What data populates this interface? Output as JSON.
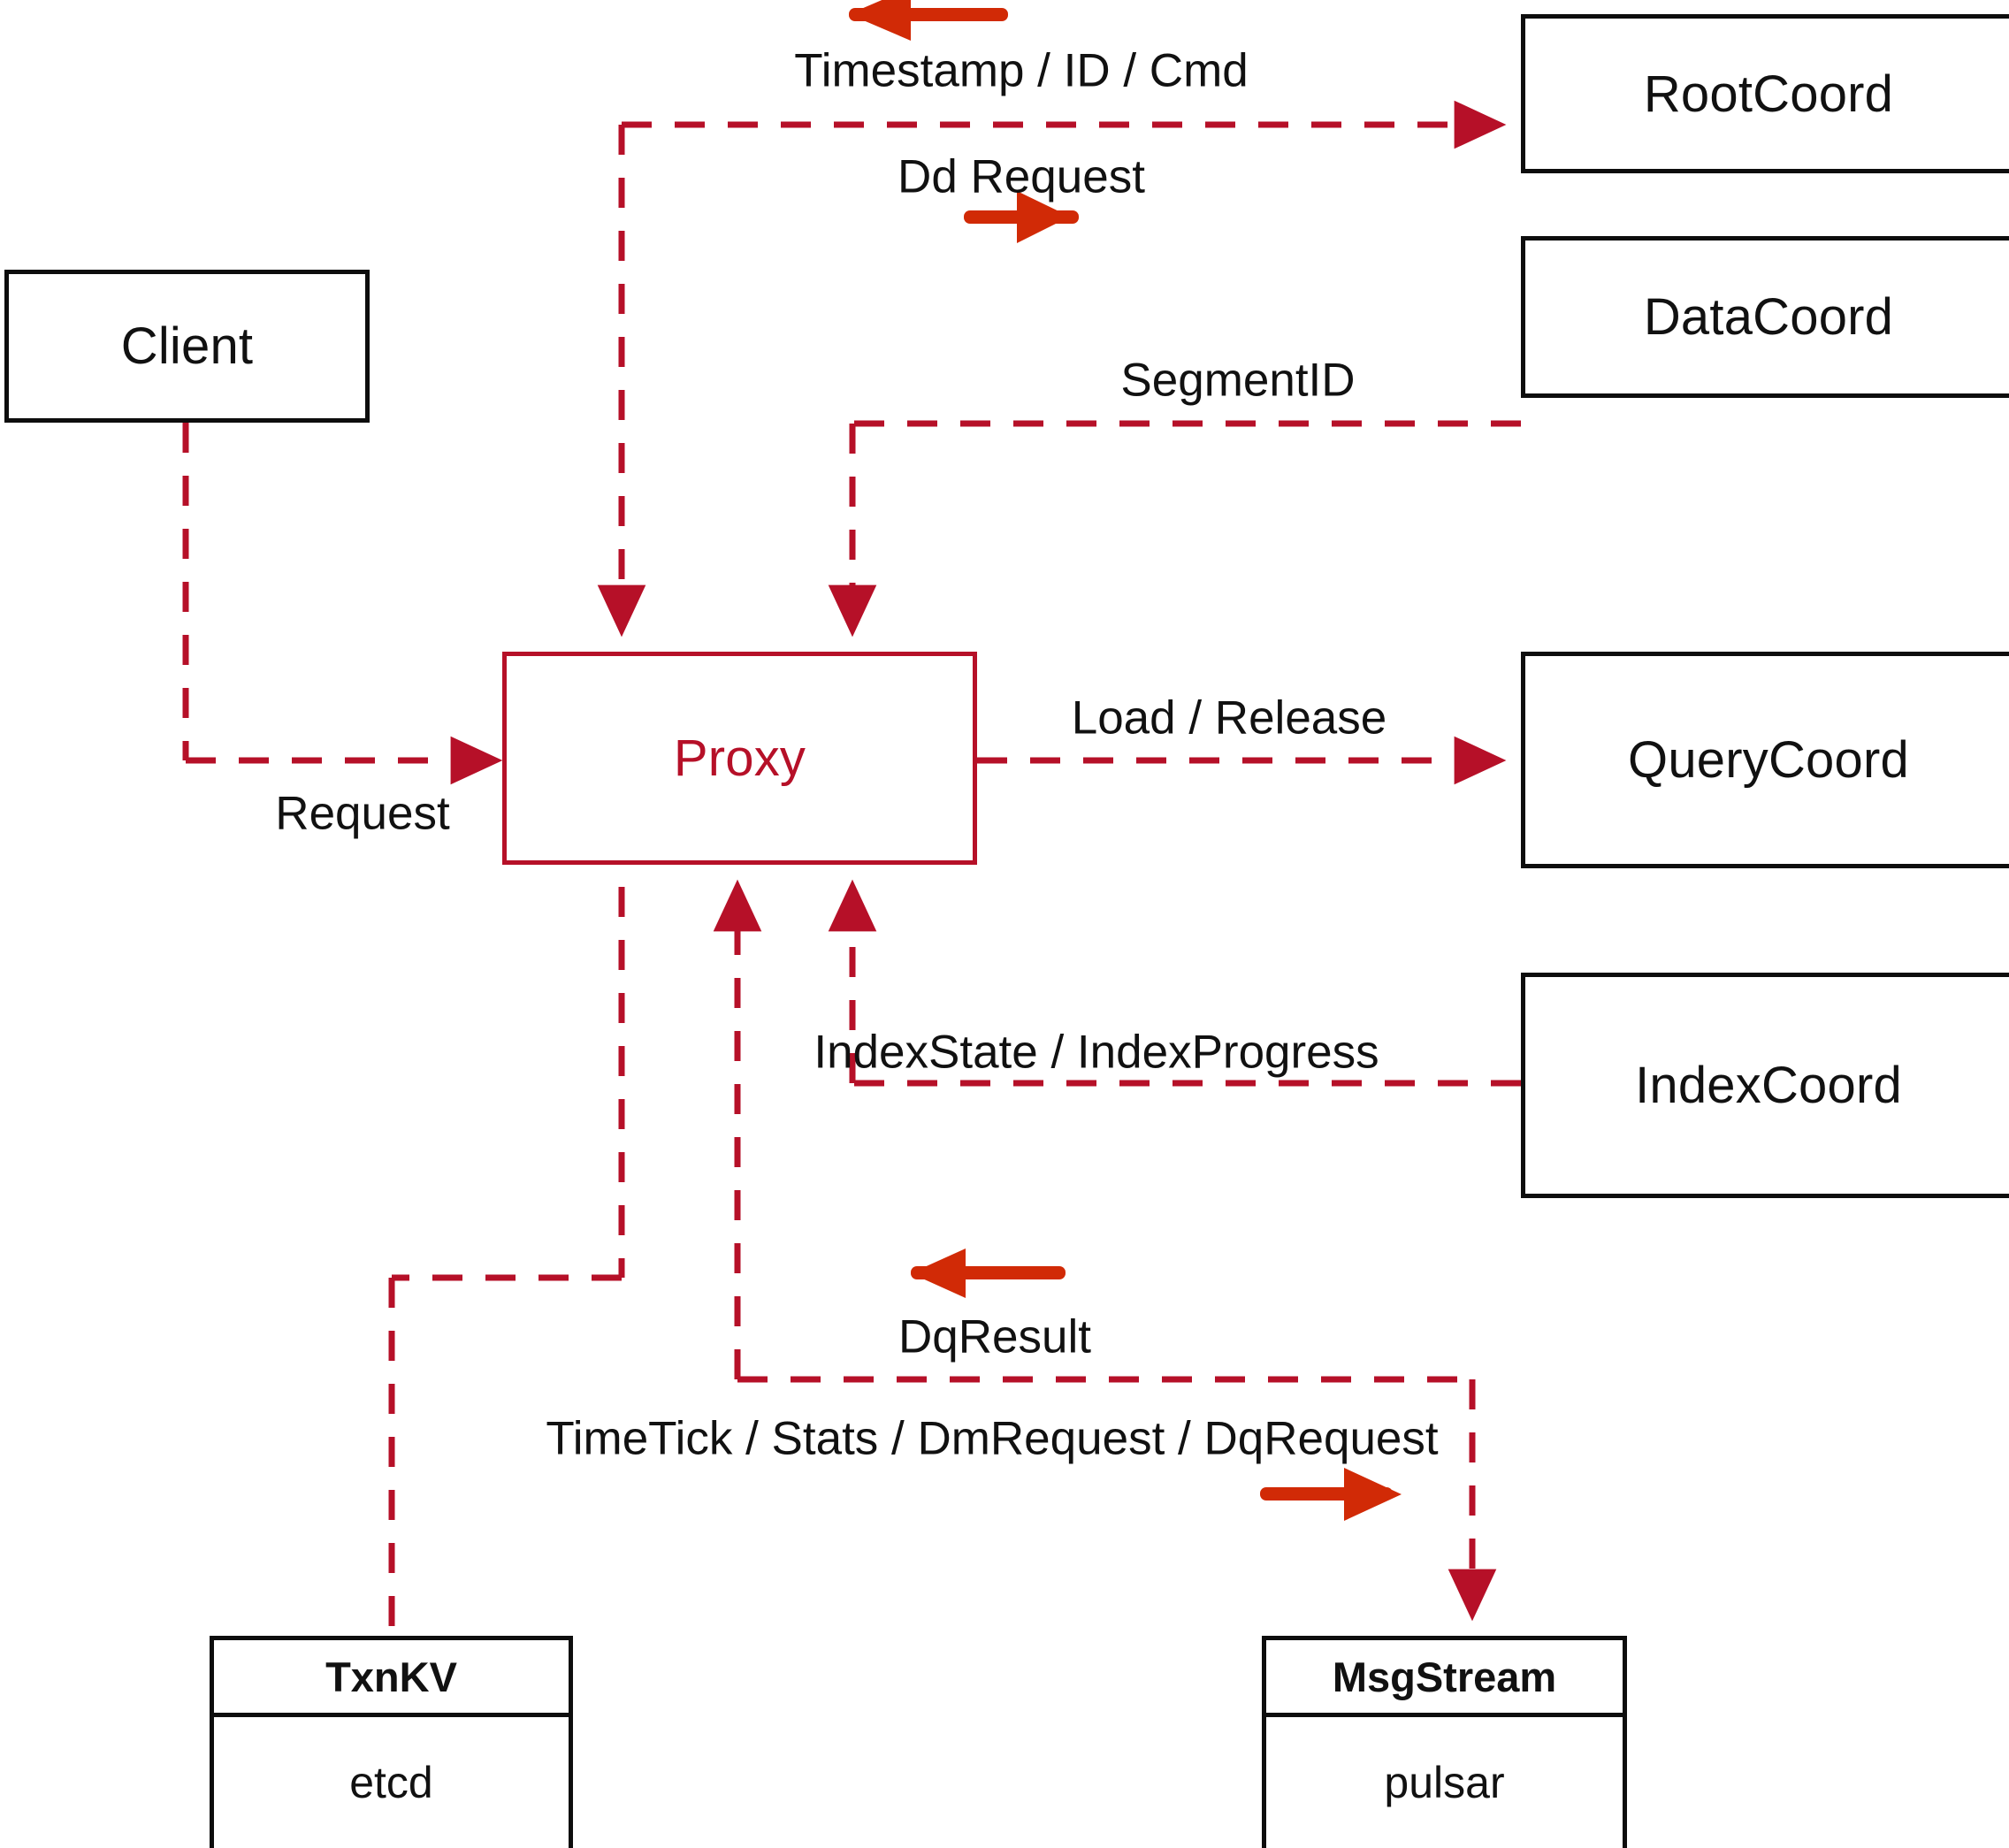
{
  "diagram": {
    "title": "Milvus Proxy interaction diagram",
    "colors": {
      "dashed_connector": "#b61028",
      "solid_arrow": "#d12a06",
      "node_border": "#0d0d0d",
      "proxy_border": "#b61028",
      "proxy_text": "#b61028",
      "label_text": "#111111",
      "background": "#ffffff"
    },
    "nodes": [
      {
        "id": "client",
        "label": "Client",
        "style": "black-box"
      },
      {
        "id": "proxy",
        "label": "Proxy",
        "style": "red-box"
      },
      {
        "id": "rootcoord",
        "label": "RootCoord",
        "style": "black-box"
      },
      {
        "id": "datacoord",
        "label": "DataCoord",
        "style": "black-box"
      },
      {
        "id": "querycoord",
        "label": "QueryCoord",
        "style": "black-box"
      },
      {
        "id": "indexcoord",
        "label": "IndexCoord",
        "style": "black-box"
      }
    ],
    "component_nodes": [
      {
        "id": "txnkv",
        "header": "TxnKV",
        "body": "etcd"
      },
      {
        "id": "msgstream",
        "header": "MsgStream",
        "body": "pulsar"
      }
    ],
    "edge_labels": [
      {
        "id": "timestamp-id-cmd",
        "text": "Timestamp / ID / Cmd"
      },
      {
        "id": "dd-request",
        "text": "Dd Request"
      },
      {
        "id": "segment-id",
        "text": "SegmentID"
      },
      {
        "id": "request",
        "text": "Request"
      },
      {
        "id": "load-release",
        "text": "Load / Release"
      },
      {
        "id": "index-state",
        "text": "IndexState / IndexProgress"
      },
      {
        "id": "dq-result",
        "text": "DqResult"
      },
      {
        "id": "timetick-stats",
        "text": "TimeTick / Stats / DmRequest / DqRequest"
      }
    ]
  }
}
